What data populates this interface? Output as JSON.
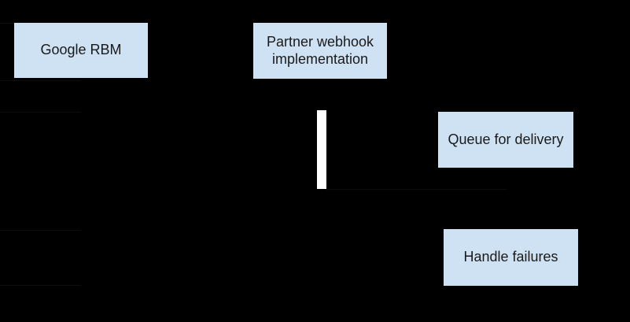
{
  "diagram": {
    "type": "sequence-diagram",
    "nodes": {
      "google_rbm": {
        "label": "Google RBM"
      },
      "partner_webhook": {
        "label": "Partner webhook\nimplementation"
      },
      "queue_for_delivery": {
        "label": "Queue for delivery"
      },
      "handle_failures": {
        "label": "Handle failures"
      }
    },
    "colors": {
      "background": "#000000",
      "node_fill": "#cfe2f3",
      "node_text": "#1a1a1a",
      "activation_bar": "#ffffff",
      "artifact_line": "#0d0d0d"
    }
  }
}
